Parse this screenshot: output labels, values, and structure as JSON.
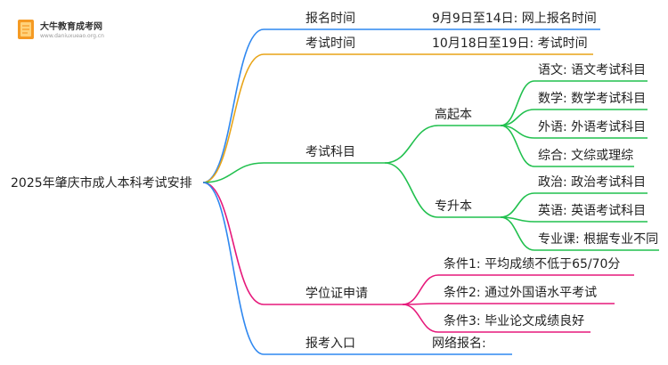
{
  "logo": {
    "title": "大牛教育成考网",
    "url": "www.daniuxueao.org.cn",
    "icon": "book-icon"
  },
  "colors": {
    "c1": "#2f88f0",
    "c2": "#e8a417",
    "c3": "#21c04e",
    "c4": "#e6197b",
    "c5": "#1e8bf0"
  },
  "root": {
    "label": "2025年肇庆市成人本科考试安排"
  },
  "branches": [
    {
      "label": "报名时间",
      "children": [
        {
          "label": "9月9日至14日: 网上报名时间"
        }
      ]
    },
    {
      "label": "考试时间",
      "children": [
        {
          "label": "10月18日至19日: 考试时间"
        }
      ]
    },
    {
      "label": "考试科目",
      "children": [
        {
          "label": "高起本",
          "children": [
            {
              "label": "语文: 语文考试科目"
            },
            {
              "label": "数学: 数学考试科目"
            },
            {
              "label": "外语: 外语考试科目"
            },
            {
              "label": "综合: 文综或理综"
            }
          ]
        },
        {
          "label": "专升本",
          "children": [
            {
              "label": "政治: 政治考试科目"
            },
            {
              "label": "英语: 英语考试科目"
            },
            {
              "label": "专业课: 根据专业不同"
            }
          ]
        }
      ]
    },
    {
      "label": "学位证申请",
      "children": [
        {
          "label": "条件1: 平均成绩不低于65/70分"
        },
        {
          "label": "条件2: 通过外国语水平考试"
        },
        {
          "label": "条件3: 毕业论文成绩良好"
        }
      ]
    },
    {
      "label": "报考入口",
      "children": [
        {
          "label": "网络报名:"
        }
      ]
    }
  ]
}
